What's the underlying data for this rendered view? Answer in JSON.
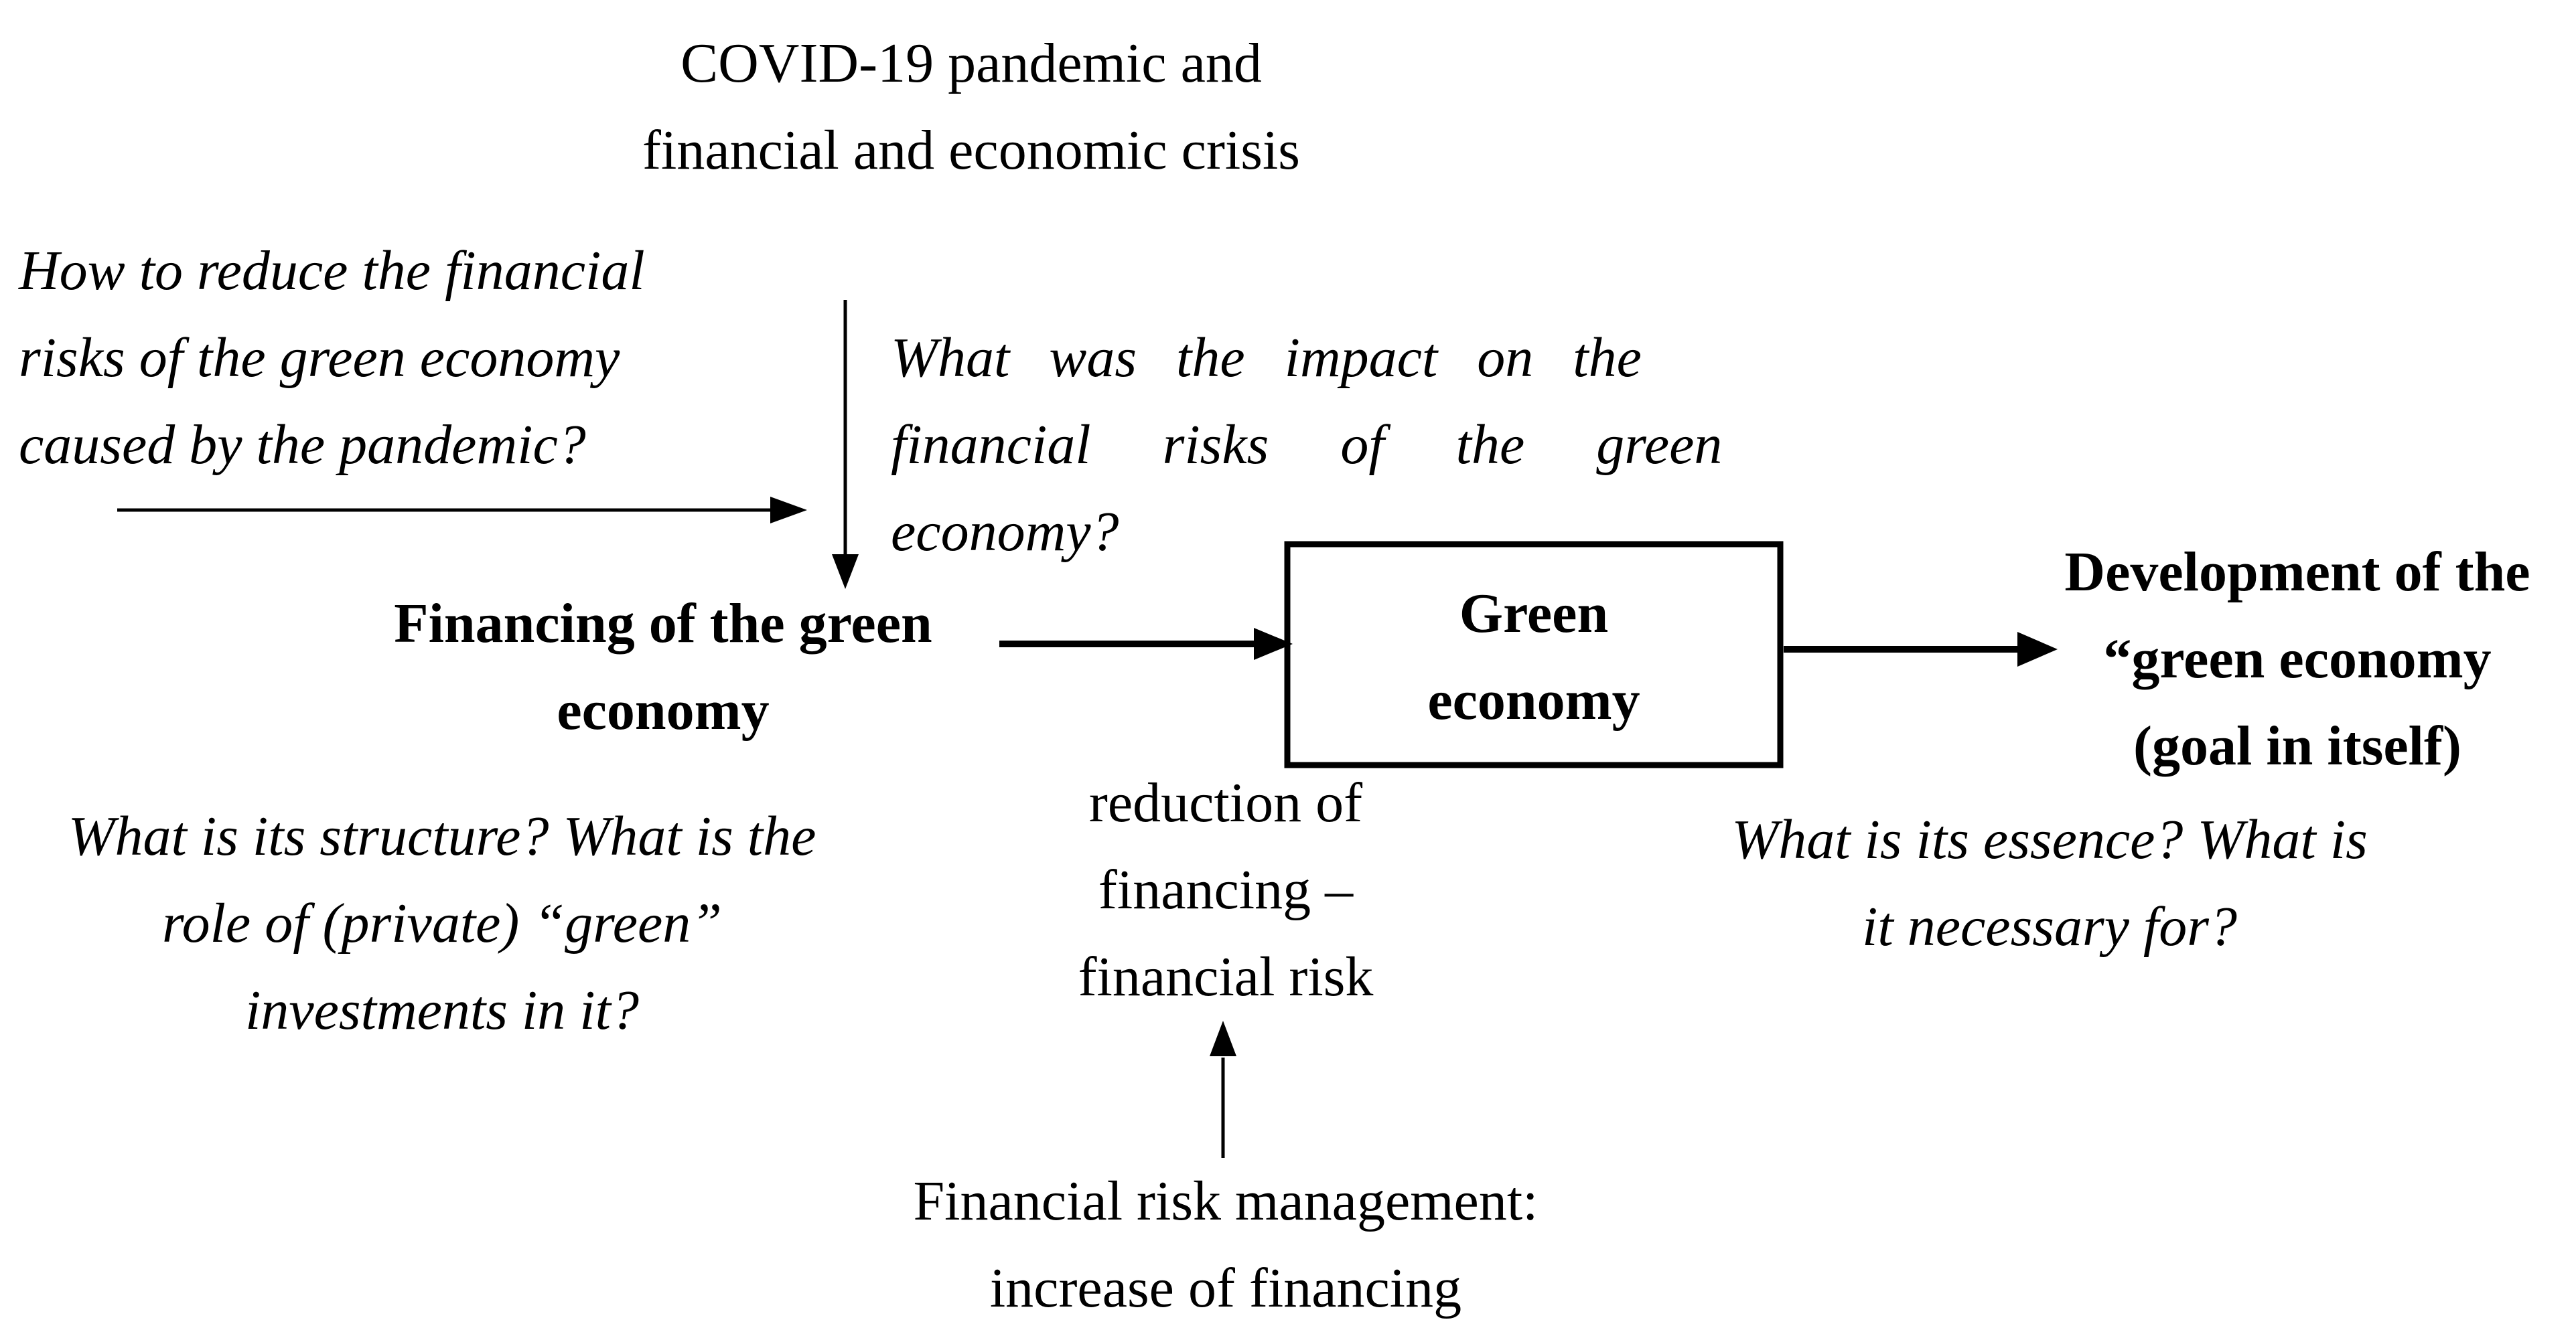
{
  "top_node": {
    "lines": [
      "COVID-19 pandemic and",
      "financial and economic crisis"
    ]
  },
  "question_reduce_risks": {
    "lines": [
      "How to reduce the financial",
      "risks of the green economy",
      "caused by the pandemic?"
    ]
  },
  "question_impact": {
    "lines": [
      "What was the impact on the",
      "financial risks of the green",
      "economy?"
    ]
  },
  "financing_node": {
    "lines": [
      "Financing of the green",
      "economy"
    ]
  },
  "green_economy_box": {
    "lines": [
      "Green",
      "economy"
    ]
  },
  "development_node": {
    "lines": [
      "Development of the",
      "“green economy",
      "(goal in itself)"
    ]
  },
  "question_structure": {
    "lines": [
      "What is its structure? What is the",
      "role of (private) “green”",
      "investments in it?"
    ]
  },
  "reduction_label": {
    "lines": [
      "reduction of",
      "financing –",
      "financial risk"
    ]
  },
  "question_essence": {
    "lines": [
      "What is its essence? What is",
      "it necessary for?"
    ]
  },
  "risk_management_node": {
    "lines": [
      "Financial risk management:",
      "increase of financing"
    ]
  },
  "colors": {
    "ink": "#000000",
    "background": "#ffffff"
  }
}
